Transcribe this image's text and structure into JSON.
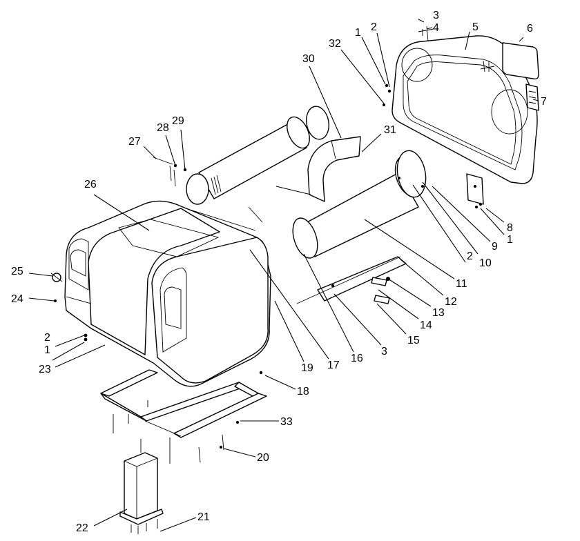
{
  "diagram": {
    "type": "exploded-parts-view",
    "callouts": [
      {
        "id": "c1",
        "label": "1"
      },
      {
        "id": "c2",
        "label": "2"
      },
      {
        "id": "c3",
        "label": "3"
      },
      {
        "id": "c4",
        "label": "4"
      },
      {
        "id": "c5",
        "label": "5"
      },
      {
        "id": "c6",
        "label": "6"
      },
      {
        "id": "c7",
        "label": "7"
      },
      {
        "id": "c32",
        "label": "32"
      },
      {
        "id": "c30",
        "label": "30"
      },
      {
        "id": "c31",
        "label": "31"
      },
      {
        "id": "c8",
        "label": "8"
      },
      {
        "id": "c1b",
        "label": "1"
      },
      {
        "id": "c9",
        "label": "9"
      },
      {
        "id": "c10",
        "label": "10"
      },
      {
        "id": "c2b",
        "label": "2"
      },
      {
        "id": "c11",
        "label": "11"
      },
      {
        "id": "c12",
        "label": "12"
      },
      {
        "id": "c13",
        "label": "13"
      },
      {
        "id": "c14",
        "label": "14"
      },
      {
        "id": "c15",
        "label": "15"
      },
      {
        "id": "c3b",
        "label": "3"
      },
      {
        "id": "c16",
        "label": "16"
      },
      {
        "id": "c17",
        "label": "17"
      },
      {
        "id": "c19",
        "label": "19"
      },
      {
        "id": "c18",
        "label": "18"
      },
      {
        "id": "c33",
        "label": "33"
      },
      {
        "id": "c20",
        "label": "20"
      },
      {
        "id": "c21",
        "label": "21"
      },
      {
        "id": "c22",
        "label": "22"
      },
      {
        "id": "c23",
        "label": "23"
      },
      {
        "id": "c1c",
        "label": "1"
      },
      {
        "id": "c2c",
        "label": "2"
      },
      {
        "id": "c24",
        "label": "24"
      },
      {
        "id": "c25",
        "label": "25"
      },
      {
        "id": "c26",
        "label": "26"
      },
      {
        "id": "c27",
        "label": "27"
      },
      {
        "id": "c28",
        "label": "28"
      },
      {
        "id": "c29",
        "label": "29"
      }
    ]
  },
  "colors": {
    "line": "#000000",
    "background": "#ffffff"
  }
}
